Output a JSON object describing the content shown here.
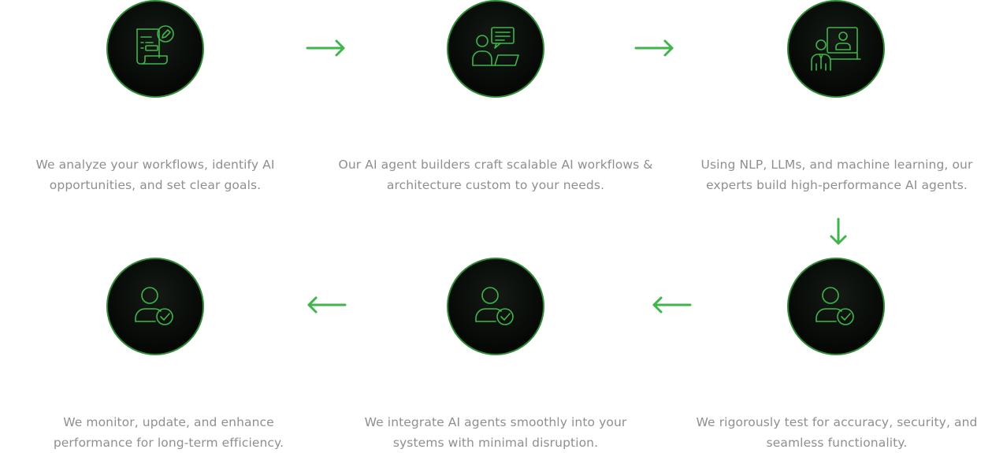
{
  "accent_color": "#3fb54b",
  "steps": [
    {
      "icon": "document-edit-icon",
      "text": "We analyze your workflows, identify AI opportunities, and set clear goals."
    },
    {
      "icon": "chat-laptop-icon",
      "text": "Our AI agent builders craft scalable AI workflows & architecture custom to your needs."
    },
    {
      "icon": "presentation-screen-icon",
      "text": "Using NLP, LLMs, and machine learning, our experts build high-performance AI agents."
    },
    {
      "icon": "user-check-icon",
      "text": "We rigorously test for accuracy, security, and seamless functionality."
    },
    {
      "icon": "user-check-icon",
      "text": "We integrate AI agents smoothly into your systems with minimal disruption."
    },
    {
      "icon": "user-check-icon",
      "text": "We monitor, update, and enhance performance for long-term efficiency."
    }
  ],
  "arrows": [
    "arrow-right-icon",
    "arrow-right-icon",
    "arrow-down-icon",
    "arrow-left-icon",
    "arrow-left-icon"
  ]
}
